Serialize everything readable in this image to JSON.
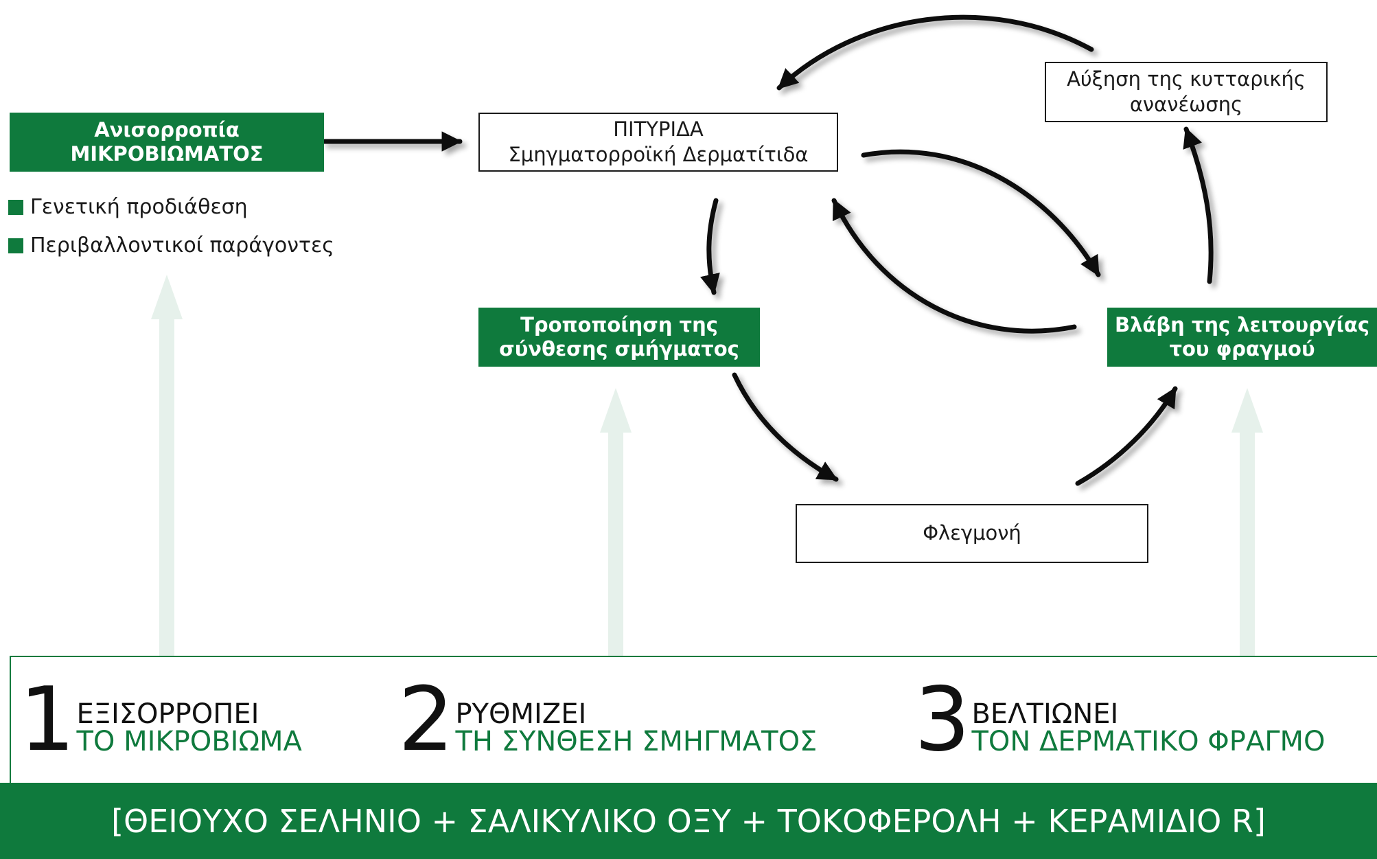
{
  "nodes": {
    "microbiome": {
      "line1": "Ανισορροπία",
      "line2": "ΜΙΚΡΟΒΙΩΜΑΤΟΣ"
    },
    "dandruff": {
      "line1": "ΠΙΤΥΡΙΔΑ",
      "line2": "Σμηγματορροϊκή Δερματίτιδα"
    },
    "cell_renewal": {
      "line1": "Αύξηση της κυτταρικής",
      "line2": "ανανέωσης"
    },
    "sebum": {
      "line1": "Τροποποίηση της",
      "line2": "σύνθεσης σμήγματος"
    },
    "barrier": {
      "line1": "Βλάβη της λειτουργίας",
      "line2": "του φραγμού"
    },
    "inflammation": {
      "line1": "Φλεγμονή"
    }
  },
  "factors": [
    "Γενετική προδιάθεση",
    "Περιβαλλοντικοί παράγοντες"
  ],
  "steps": [
    {
      "number": "1",
      "line1": "ΕΞΙΣΟΡΡΟΠΕΙ",
      "line2": "ΤΟ ΜΙΚΡΟΒΙΩΜΑ"
    },
    {
      "number": "2",
      "line1": "ΡΥΘΜΙΖΕΙ",
      "line2": "ΤΗ ΣΥΝΘΕΣΗ ΣΜΗΓΜΑΤΟΣ"
    },
    {
      "number": "3",
      "line1": "ΒΕΛΤΙΩΝΕΙ",
      "line2": "ΤΟΝ ΔΕΡΜΑΤΙΚΟ ΦΡΑΓΜΟ"
    }
  ],
  "ingredients": "[ΘΕΙΟΥΧΟ ΣΕΛΗΝΙΟ + ΣΑΛΙΚΥΛΙΚΟ ΟΞΥ + ΤΟΚΟΦΕΡΟΛΗ + ΚΕΡΑΜΙΔΙΟ R]",
  "colors": {
    "brand_green": "#0f7a3d",
    "pale_green_arrow": "#e6f1eb",
    "text": "#1a1a1a"
  }
}
